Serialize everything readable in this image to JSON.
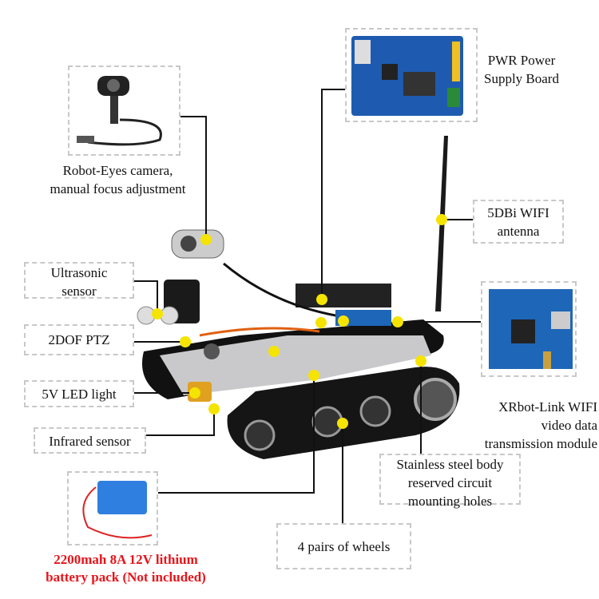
{
  "labels": {
    "pwr": [
      "PWR Power",
      "Supply Board"
    ],
    "camera": [
      "Robot-Eyes camera,",
      "manual focus adjustment"
    ],
    "antenna": [
      "5DBi WIFI",
      "antenna"
    ],
    "ultrasonic": [
      "Ultrasonic",
      "sensor"
    ],
    "ptz": "2DOF PTZ",
    "led": "5V LED light",
    "infrared": "Infrared sensor",
    "wifi_module": [
      "XRbot-Link WIFI",
      "video data",
      "transmission module"
    ],
    "body": [
      "Stainless steel body",
      "reserved circuit",
      "mounting holes"
    ],
    "wheels": "4 pairs of wheels",
    "battery": [
      "2200mah 8A 12V lithium",
      "battery pack (Not included)"
    ]
  },
  "colors": {
    "marker": "#f5e400",
    "warning_text": "#e8141a",
    "board": "#1a5fb4",
    "battery": "#2f7fe0"
  }
}
